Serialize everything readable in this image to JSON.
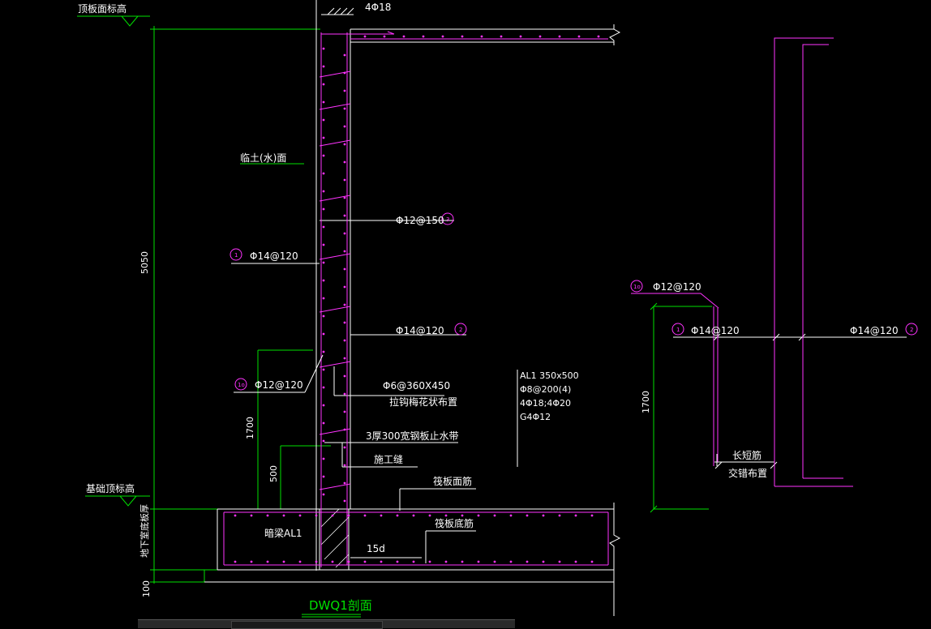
{
  "labels": {
    "top_elev": "顶板面标高",
    "base_elev": "基础顶标高",
    "soil_face": "临土(水)面",
    "bar_top": "4Φ18",
    "bar_150": "Φ12@150",
    "bar_1_14": "Φ14@120",
    "bar_2_14": "Φ14@120",
    "bar_1o_12": "Φ12@120",
    "tie_bar": "Φ6@360X450",
    "tie_note": "拉钩梅花状布置",
    "waterstop": "3厚300宽钢板止水带",
    "const_joint": "施工缝",
    "raft_top": "筏板面筋",
    "raft_bot": "筏板底筋",
    "hidden_beam": "暗梁AL1",
    "anchor": "15d",
    "vert_label": "地下室底板厚",
    "beam_1": "AL1 350x500",
    "beam_2": "Φ8@200(4)",
    "beam_3": "4Φ18;4Φ20",
    "beam_4": "G4Φ12",
    "r_bar_1o": "Φ12@120",
    "r_bar_1": "Φ14@120",
    "r_bar_2": "Φ14@120",
    "long_short": "长短筋",
    "alternate": "交错布置",
    "title": "DWQ1剖面"
  },
  "dims": {
    "total": "5050",
    "h1700": "1700",
    "h500": "500",
    "h100": "100",
    "r1700": "1700"
  },
  "markers": {
    "m1": "1",
    "m2": "2",
    "m3": "3",
    "m1o": "1o"
  },
  "colors": {
    "dimension": "#00e000",
    "rebar": "#ff33ff",
    "concrete": "#ffffff",
    "background": "#000000"
  }
}
